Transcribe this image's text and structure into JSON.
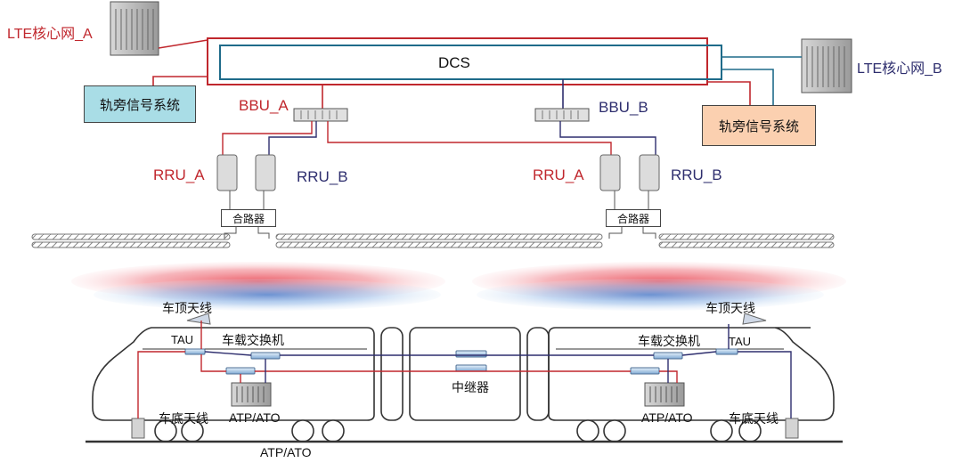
{
  "core": {
    "a": "LTE核心网_A",
    "b": "LTE核心网_B"
  },
  "dcs": {
    "label": "DCS"
  },
  "trackside": {
    "left": "轨旁信号系统",
    "right": "轨旁信号系统"
  },
  "bbu": {
    "a": "BBU_A",
    "b": "BBU_B"
  },
  "rru": {
    "left_a": "RRU_A",
    "left_b": "RRU_B",
    "right_a": "RRU_A",
    "right_b": "RRU_B"
  },
  "combiner": {
    "left": "合路器",
    "right": "合路器"
  },
  "train": {
    "roof_antenna_left": "车顶天线",
    "roof_antenna_right": "车顶天线",
    "tau_left": "TAU",
    "tau_right": "TAU",
    "switch_left": "车载交换机",
    "switch_right": "车载交换机",
    "repeater": "中继器",
    "atp_left": "ATP/ATO",
    "atp_right": "ATP/ATO",
    "atp_bottom": "ATP/ATO",
    "bottom_antenna_left": "车底天线",
    "bottom_antenna_right": "车底天线"
  },
  "colors": {
    "net_a": "#c0272d",
    "net_b": "#1f6b8a",
    "navy": "#2e2e6e",
    "trackside_left_fill": "#a9dde6",
    "trackside_right_fill": "#fbd0b0"
  }
}
